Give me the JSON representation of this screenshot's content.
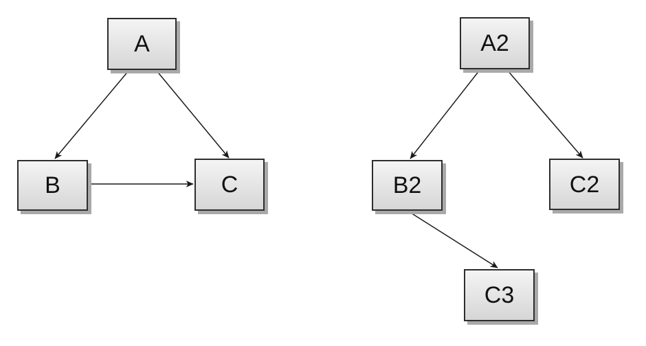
{
  "diagram": {
    "description": "Two directed node-link graphs with gray gradient boxes and arrow connectors"
  },
  "colors": {
    "node_border": "#2d2d2d",
    "node_fill_top": "#f4f4f4",
    "node_fill_bottom": "#d6d6d6",
    "node_shadow": "#a9a9a9",
    "edge_color": "#1a1a1a",
    "label_color": "#111111",
    "page_bg": "#ffffff"
  },
  "graphs": [
    {
      "name": "left-graph",
      "nodes": [
        {
          "id": "A",
          "label": "A"
        },
        {
          "id": "B",
          "label": "B"
        },
        {
          "id": "C",
          "label": "C"
        }
      ],
      "edges": [
        {
          "from": "A",
          "to": "B"
        },
        {
          "from": "A",
          "to": "C"
        },
        {
          "from": "B",
          "to": "C"
        }
      ]
    },
    {
      "name": "right-graph",
      "nodes": [
        {
          "id": "A2",
          "label": "A2"
        },
        {
          "id": "B2",
          "label": "B2"
        },
        {
          "id": "C2",
          "label": "C2"
        },
        {
          "id": "C3",
          "label": "C3"
        }
      ],
      "edges": [
        {
          "from": "A2",
          "to": "B2"
        },
        {
          "from": "A2",
          "to": "C2"
        },
        {
          "from": "B2",
          "to": "C3"
        }
      ]
    }
  ]
}
